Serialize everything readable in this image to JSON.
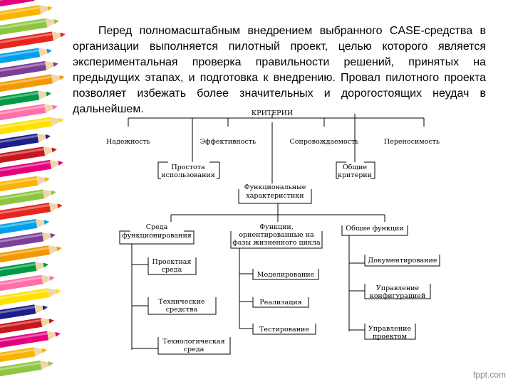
{
  "paragraph": "Перед полномасштабным внедрением выбранного CASE-средства в организации выполняется пилотный проект, целью которого является экспериментальная проверка правильности решений, принятых на предыдущих этапах, и подготовка к внедрению. Провал пилотного проекта позволяет избежать более значительных и дорогостоящих неудач в дальнейшем.",
  "diagram": {
    "root": "КРИТЕРИИ",
    "top_criteria": [
      "Надежность",
      "Эффективность",
      "Сопровождаемость",
      "Переносимость"
    ],
    "ease_of_use": [
      "Простота",
      "использования"
    ],
    "general_criteria": [
      "Общие",
      "критерии"
    ],
    "functional": [
      "Функциональные",
      "характеристики"
    ],
    "environment": [
      "Среда",
      "функционирования"
    ],
    "lifecycle_functions": [
      "Функции,",
      "ориентированные на",
      "фазы жизненного цикла"
    ],
    "general_functions": "Общие функции",
    "project_env": [
      "Проектная",
      "среда"
    ],
    "hw_tools": [
      "Технические",
      "средства"
    ],
    "tech_env": [
      "Технологическая",
      "среда"
    ],
    "modeling": "Моделирование",
    "implementation": "Реализация",
    "testing": "Тестирование",
    "documenting": "Документирование",
    "config_mgmt": [
      "Управление",
      "конфигурацией"
    ],
    "project_mgmt": [
      "Управление",
      "проектом"
    ]
  },
  "watermark": "fppt.com",
  "pencil_colors": [
    "#e4007c",
    "#f8b400",
    "#8dc63f",
    "#e5261f",
    "#00a0e9",
    "#7b3f98",
    "#f39800",
    "#009944",
    "#ff6fa8",
    "#ffe100",
    "#1d2088",
    "#c8161d"
  ]
}
